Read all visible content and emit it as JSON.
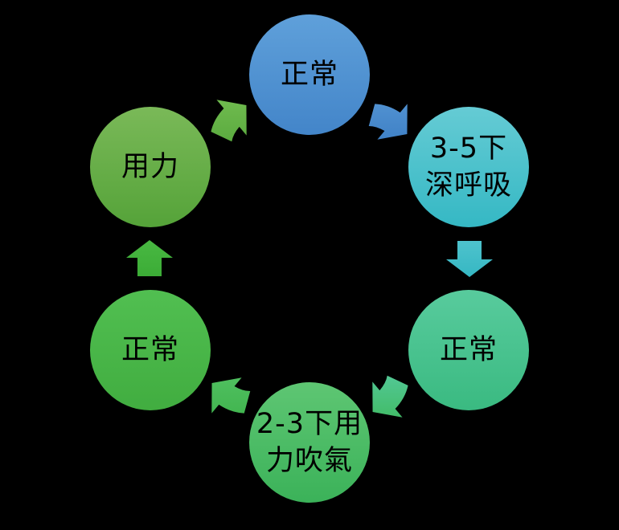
{
  "background": "#000000",
  "cycle": {
    "nodes": [
      {
        "id": "normal-top",
        "label": "正常",
        "color_top": "#5FA0DA",
        "color_bottom": "#4385C9",
        "text_color": "#000000"
      },
      {
        "id": "deep-breath",
        "label": "3-5下\n深呼吸",
        "color_top": "#65CBD4",
        "color_bottom": "#35B8C4",
        "text_color": "#000000"
      },
      {
        "id": "normal-right",
        "label": "正常",
        "color_top": "#58CB9D",
        "color_bottom": "#3ABA81",
        "text_color": "#000000"
      },
      {
        "id": "blow-air",
        "label": "2-3下用\n力吹氣",
        "color_top": "#5EC673",
        "color_bottom": "#3BB259",
        "text_color": "#000000"
      },
      {
        "id": "normal-left",
        "label": "正常",
        "color_top": "#51BF51",
        "color_bottom": "#41AD40",
        "text_color": "#000000"
      },
      {
        "id": "exert-force",
        "label": "用力",
        "color_top": "#7AB958",
        "color_bottom": "#55A339",
        "text_color": "#000000"
      }
    ],
    "arrows": [
      {
        "id": "normal-top-to-deep-breath",
        "from": "normal-top",
        "to": "deep-breath",
        "direction": "southeast",
        "color_top": "#5696D4",
        "color_bottom": "#3C7EC4"
      },
      {
        "id": "deep-breath-to-normal-right",
        "from": "deep-breath",
        "to": "normal-right",
        "direction": "down",
        "color_top": "#55C6D0",
        "color_bottom": "#2FB4C0"
      },
      {
        "id": "normal-right-to-blow-air",
        "from": "normal-right",
        "to": "blow-air",
        "direction": "southwest",
        "color_top": "#55C99B",
        "color_bottom": "#3FBA60"
      },
      {
        "id": "blow-air-to-normal-left",
        "from": "blow-air",
        "to": "normal-left",
        "direction": "northwest",
        "color_top": "#52C162",
        "color_bottom": "#3EB34C"
      },
      {
        "id": "normal-left-to-exert-force",
        "from": "normal-left",
        "to": "exert-force",
        "direction": "up",
        "color_top": "#4CBB45",
        "color_bottom": "#38A933"
      },
      {
        "id": "exert-force-to-normal-top",
        "from": "exert-force",
        "to": "normal-top",
        "direction": "northeast",
        "color_top": "#74BE52",
        "color_bottom": "#58A93D"
      }
    ]
  }
}
